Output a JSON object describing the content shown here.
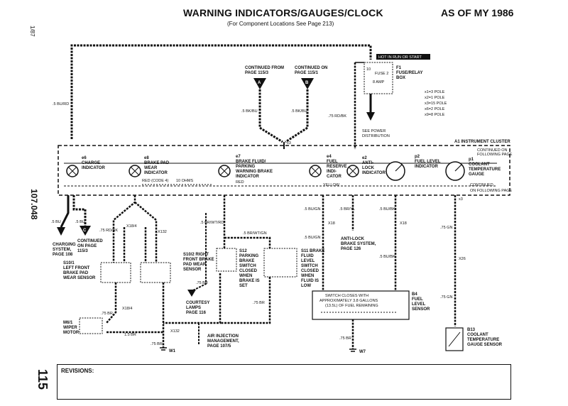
{
  "header": {
    "title": "WARNING INDICATORS/GAUGES/CLOCK",
    "subtitle": "(For Component Locations See Page 213)",
    "as_of": "AS OF MY 1986",
    "date_code": "1/87",
    "diagram_code": "107.048",
    "page_number": "115"
  },
  "revisions_label": "REVISIONS:",
  "fuse": {
    "hot_label": "HOT IN RUN OR START",
    "terminal": "10",
    "fuse_name": "FUSE 2",
    "fuse_rating": "8 AMP",
    "id": "F1",
    "box_label": [
      "FUSE/RELAY",
      "BOX"
    ]
  },
  "continued": {
    "from": {
      "text": [
        "CONTINUED FROM",
        "PAGE 115/3"
      ],
      "letter": "A"
    },
    "on": {
      "text": [
        "CONTINUED ON",
        "PAGE 115/1"
      ],
      "letter": "B"
    },
    "c_on": {
      "text": [
        "CONTINUED",
        "ON PAGE",
        "115/3"
      ],
      "letter": "C"
    }
  },
  "pole_key": [
    "x1=3 POLE",
    "x2=1 POLE",
    "x3=15 POLE",
    "x6=2 POLE",
    "x9=8 POLE"
  ],
  "cluster": {
    "label": "A1 INSTRUMENT CLUSTER",
    "cont_top": [
      "CONTINUED ON",
      "FOLLOWING PAGE"
    ],
    "cont_bottom": [
      "CONTINUED",
      "ON FOLLOWING PAGE"
    ],
    "components": [
      {
        "id": "e6",
        "name": [
          "CHARGE",
          "INDICATOR"
        ]
      },
      {
        "id": "e8",
        "name": [
          "BRAKE PAD",
          "WEAR",
          "INDICATOR"
        ]
      },
      {
        "id": "e7",
        "name": [
          "BRAKE FLUID/",
          "PARKING",
          "WARNING BRAKE",
          "INDICATOR"
        ]
      },
      {
        "id": "e4",
        "name": [
          "FUEL",
          "RESERVE",
          "INDI-",
          "CATOR"
        ]
      },
      {
        "id": "e2",
        "name": [
          "ANTI-",
          "LOCK",
          "INDICATOR"
        ]
      },
      {
        "id": "p2",
        "name": [
          "FUEL LEVEL",
          "INDICATOR"
        ]
      },
      {
        "id": "p1",
        "name": [
          "COOLANT",
          "TEMPERATURE",
          "GAUGE"
        ]
      }
    ],
    "notes": [
      "RED (CODE 4)",
      "10 OHMS",
      "RED",
      "YELLOW"
    ]
  },
  "wires": {
    "w1": ".5 BU/RD",
    "w2": ".5 BK/BU",
    "w3": ".5 BK/BU",
    "w4": ".75 RD/BK",
    "w5": ".5 BU",
    "w6": ".5 BR/WT/RD",
    "w7": ".5 BU/GN",
    "w8": ".5 BR/YL",
    "w9": ".5 BU/BK",
    "w10": ".75 GN",
    "w11": ".5 BR/WT/GN",
    "w12": ".75 BR",
    "w13": "1.5 BR"
  },
  "see_power": [
    "SEE POWER",
    "DISTRIBUTION"
  ],
  "components": {
    "s10_1": [
      "S10/1",
      "LEFT FRONT",
      "BRAKE PAD",
      "WEAR SENSOR"
    ],
    "s10_2": [
      "S10/2 RIGHT",
      "FRONT BRAKE",
      "PAD WEAR",
      "SENSOR"
    ],
    "s12": [
      "S12",
      "PARKING",
      "BRAKE",
      "SWITCH",
      "CLOSED",
      "WHEN",
      "BRAKE IS",
      "SET"
    ],
    "s11": [
      "S11 BRAKE",
      "FLUID",
      "LEVEL",
      "SWITCH",
      "CLOSED",
      "WHEN",
      "FLUID IS",
      "LOW"
    ],
    "b4": [
      "B4",
      "FUEL",
      "LEVEL",
      "SENSOR"
    ],
    "b4_note": [
      "SWITCH CLOSES WITH",
      "APPROXIMATELY 3.8 GALLONS",
      "(13.5L) OF FUEL REMAINING"
    ],
    "b13": [
      "B13",
      "COOLANT",
      "TEMPERATURE",
      "GAUGE SENSOR"
    ],
    "m6_1": [
      "M6/1",
      "WIPER",
      "MOTOR"
    ]
  },
  "notes": {
    "charging": [
      "CHARGING",
      "SYSTEM,",
      "PAGE 108"
    ],
    "courtesy": [
      "COURTESY",
      "LAMPS",
      "PAGE 116"
    ],
    "air_injection": [
      "AIR INJECTION",
      "MANAGEMENT,",
      "PAGE 107/5"
    ],
    "antilock": [
      "ANTI-LOCK",
      "BRAKE SYSTEM,",
      "PAGE 126"
    ]
  },
  "connectors": [
    "X18",
    "X18/4",
    "X132",
    "X26",
    "W1",
    "W7"
  ],
  "grounds": [
    "W1",
    "W7"
  ]
}
